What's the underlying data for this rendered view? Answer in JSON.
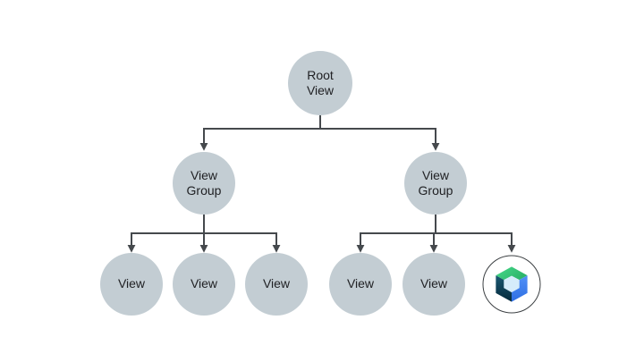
{
  "diagram": {
    "type": "tree",
    "colors": {
      "background": "#ffffff",
      "node_fill": "#c3cdd3",
      "node_text": "#202124",
      "connector": "#45494d"
    },
    "nodes": [
      {
        "id": "root-view",
        "label": "Root\nView",
        "children": [
          "view-group-left",
          "view-group-right"
        ]
      },
      {
        "id": "view-group-left",
        "label": "View\nGroup",
        "children": [
          "view-1",
          "view-2",
          "view-3"
        ]
      },
      {
        "id": "view-group-right",
        "label": "View\nGroup",
        "children": [
          "view-4",
          "view-5",
          "compose-node"
        ]
      },
      {
        "id": "view-1",
        "label": "View"
      },
      {
        "id": "view-2",
        "label": "View"
      },
      {
        "id": "view-3",
        "label": "View"
      },
      {
        "id": "view-4",
        "label": "View"
      },
      {
        "id": "view-5",
        "label": "View"
      },
      {
        "id": "compose-node",
        "label": "",
        "icon": "jetpack-compose-logo"
      }
    ],
    "logo": {
      "icon": "jetpack-compose-logo",
      "colors": {
        "logo_green": "#47d98b",
        "logo_green_dark": "#2cb56a",
        "logo_blue": "#5191f8",
        "logo_blue_dark": "#2e6ee2",
        "logo_navy": "#1a5872",
        "logo_navy_dark": "#05293b",
        "logo_inner": "#d6ecfb",
        "logo_ring": "#3c4043",
        "logo_ring_fill": "#ffffff"
      }
    }
  }
}
